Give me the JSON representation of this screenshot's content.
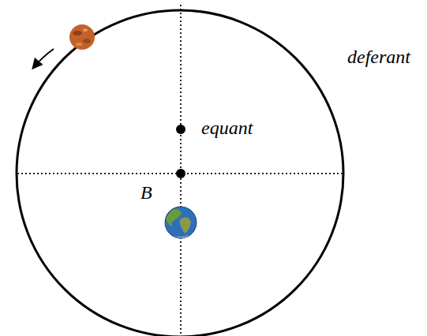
{
  "diagram": {
    "labels": [
      "deferant",
      "equant",
      "B"
    ]
  }
}
